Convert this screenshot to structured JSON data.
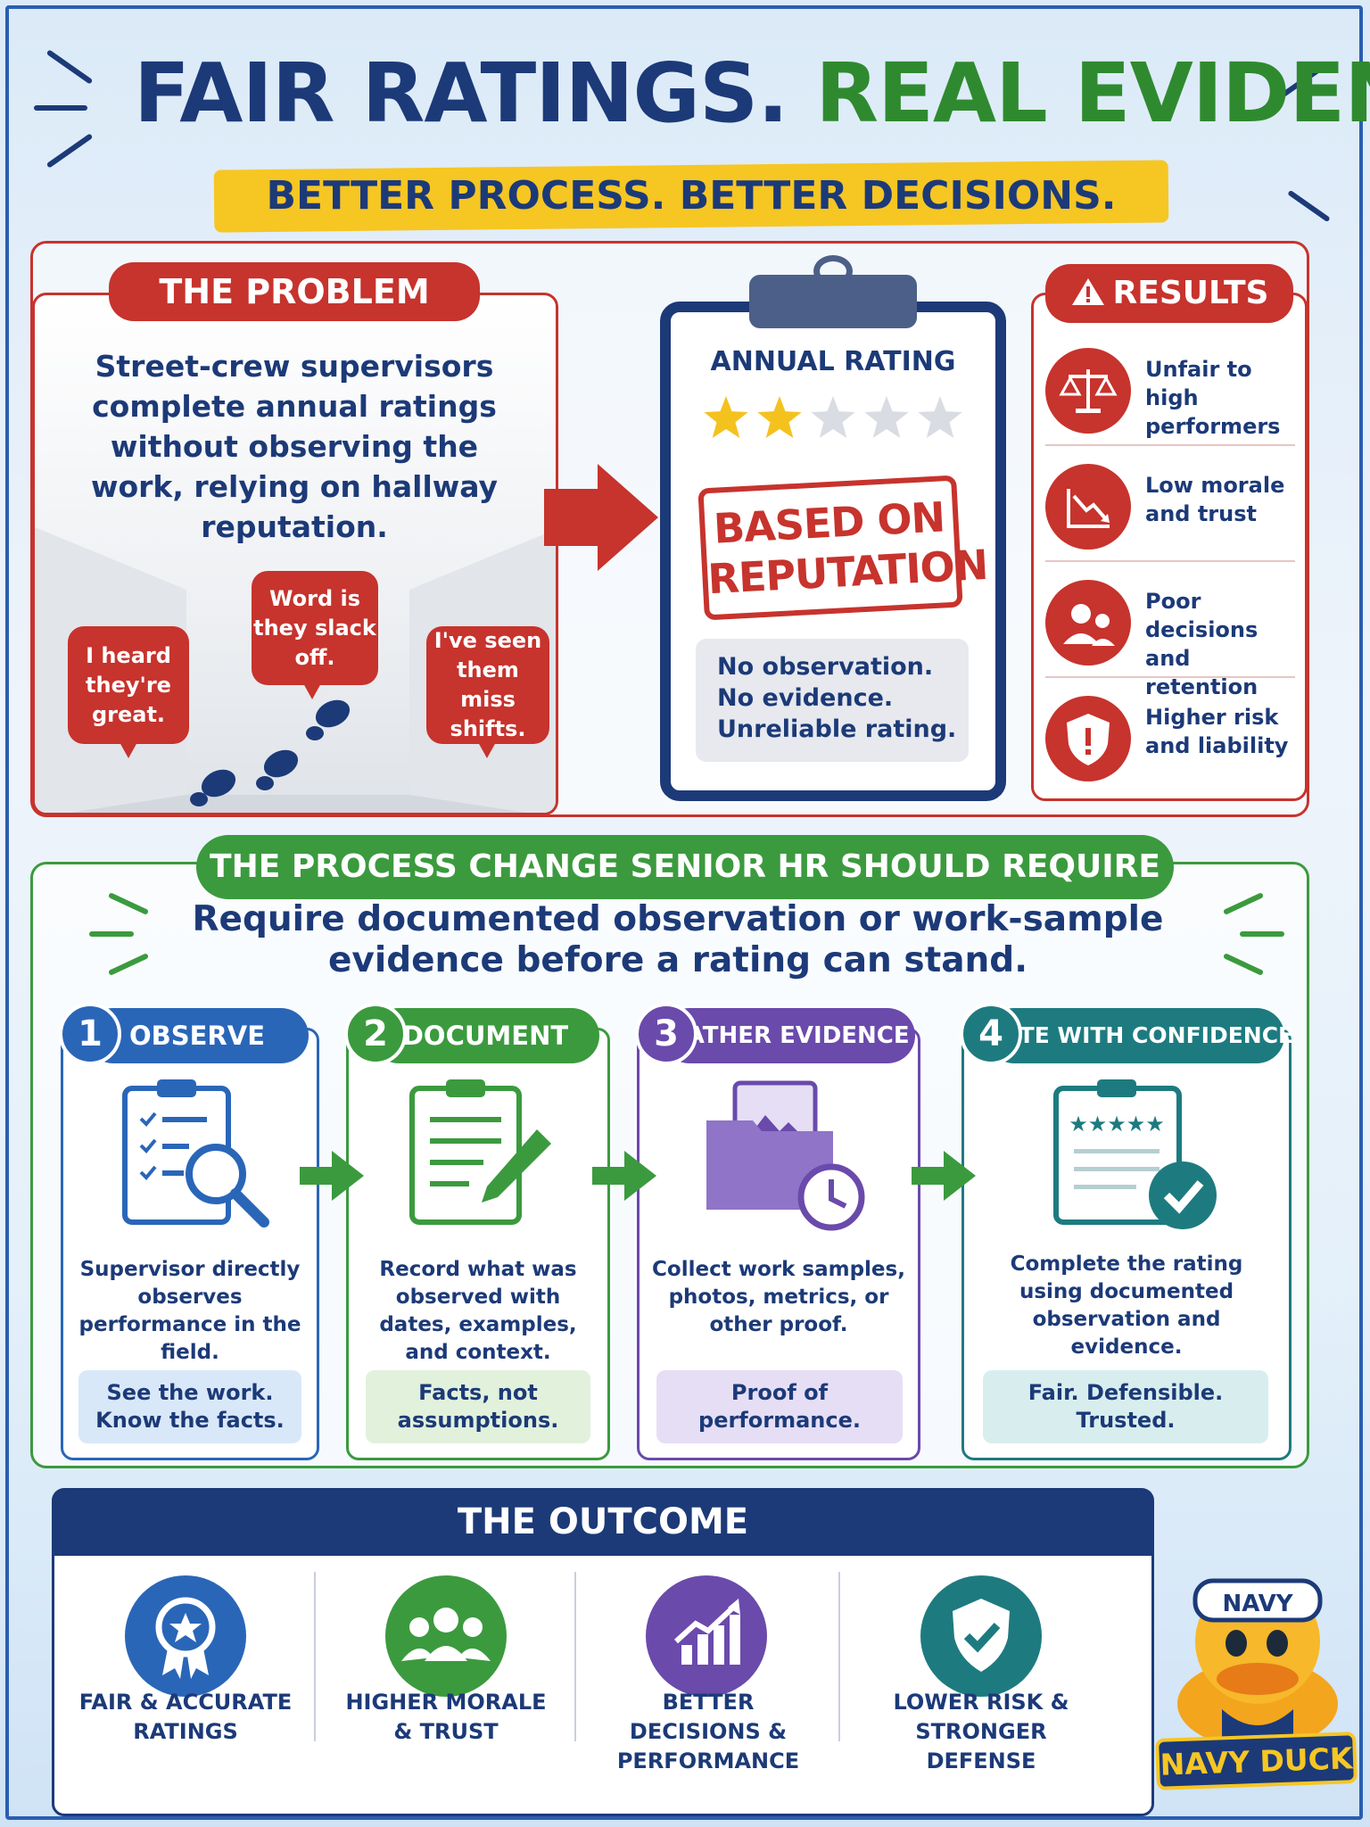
{
  "header": {
    "title_part1": "FAIR RATINGS.",
    "title_part2": "REAL EVIDENCE.",
    "subtitle": "BETTER PROCESS. BETTER DECISIONS."
  },
  "problem": {
    "label": "THE PROBLEM",
    "text": "Street-crew supervisors complete annual ratings without observing the work, relying on hallway reputation.",
    "bubbles": [
      "I heard they're great.",
      "Word is they slack off.",
      "I've seen them miss shifts."
    ]
  },
  "rating_card": {
    "title": "ANNUAL RATING",
    "stars_filled": 2,
    "stars_total": 5,
    "stamp_line1": "BASED ON",
    "stamp_line2": "REPUTATION",
    "notes": [
      "No observation.",
      "No evidence.",
      "Unreliable rating."
    ]
  },
  "results": {
    "label": "RESULTS",
    "items": [
      {
        "text": "Unfair to high performers",
        "icon": "scales-icon"
      },
      {
        "text": "Low morale and trust",
        "icon": "decline-chart-icon"
      },
      {
        "text": "Poor decisions and retention",
        "icon": "people-icon"
      },
      {
        "text": "Higher risk and liability",
        "icon": "shield-alert-icon"
      }
    ]
  },
  "process": {
    "label": "THE PROCESS CHANGE SENIOR HR SHOULD REQUIRE",
    "requirement": "Require documented observation or work-sample evidence before a rating can stand.",
    "steps": [
      {
        "num": "1",
        "title": "OBSERVE",
        "desc": "Supervisor directly observes performance in the field.",
        "tag": "See the work. Know the facts.",
        "color": "#2a66b8",
        "tint": "#d9e8f8",
        "icon": "magnifier-checklist-icon"
      },
      {
        "num": "2",
        "title": "DOCUMENT",
        "desc": "Record what was observed with dates, examples, and context.",
        "tag": "Facts, not assumptions.",
        "color": "#3b9a3e",
        "tint": "#e1f1dc",
        "icon": "clipboard-pencil-icon"
      },
      {
        "num": "3",
        "title": "GATHER EVIDENCE",
        "desc": "Collect work samples, photos, metrics, or other proof.",
        "tag": "Proof of performance.",
        "color": "#6a4aab",
        "tint": "#e6def5",
        "icon": "folder-photo-clock-icon"
      },
      {
        "num": "4",
        "title": "RATE WITH CONFIDENCE",
        "desc": "Complete the rating using documented observation and evidence.",
        "tag": "Fair. Defensible. Trusted.",
        "color": "#1d7b80",
        "tint": "#d8eeee",
        "icon": "clipboard-check-icon"
      }
    ]
  },
  "outcome": {
    "label": "THE OUTCOME",
    "items": [
      {
        "text": "FAIR & ACCURATE RATINGS",
        "color": "#2a66b8",
        "icon": "award-ribbon-icon"
      },
      {
        "text": "HIGHER MORALE & TRUST",
        "color": "#3b9a3e",
        "icon": "team-icon"
      },
      {
        "text": "BETTER DECISIONS & PERFORMANCE",
        "color": "#6a4aab",
        "icon": "growth-chart-icon"
      },
      {
        "text": "LOWER RISK & STRONGER DEFENSE",
        "color": "#1d7b80",
        "icon": "shield-check-icon"
      }
    ]
  },
  "mascot": {
    "cap_text": "NAVY",
    "badge_text": "NAVY DUCK"
  }
}
